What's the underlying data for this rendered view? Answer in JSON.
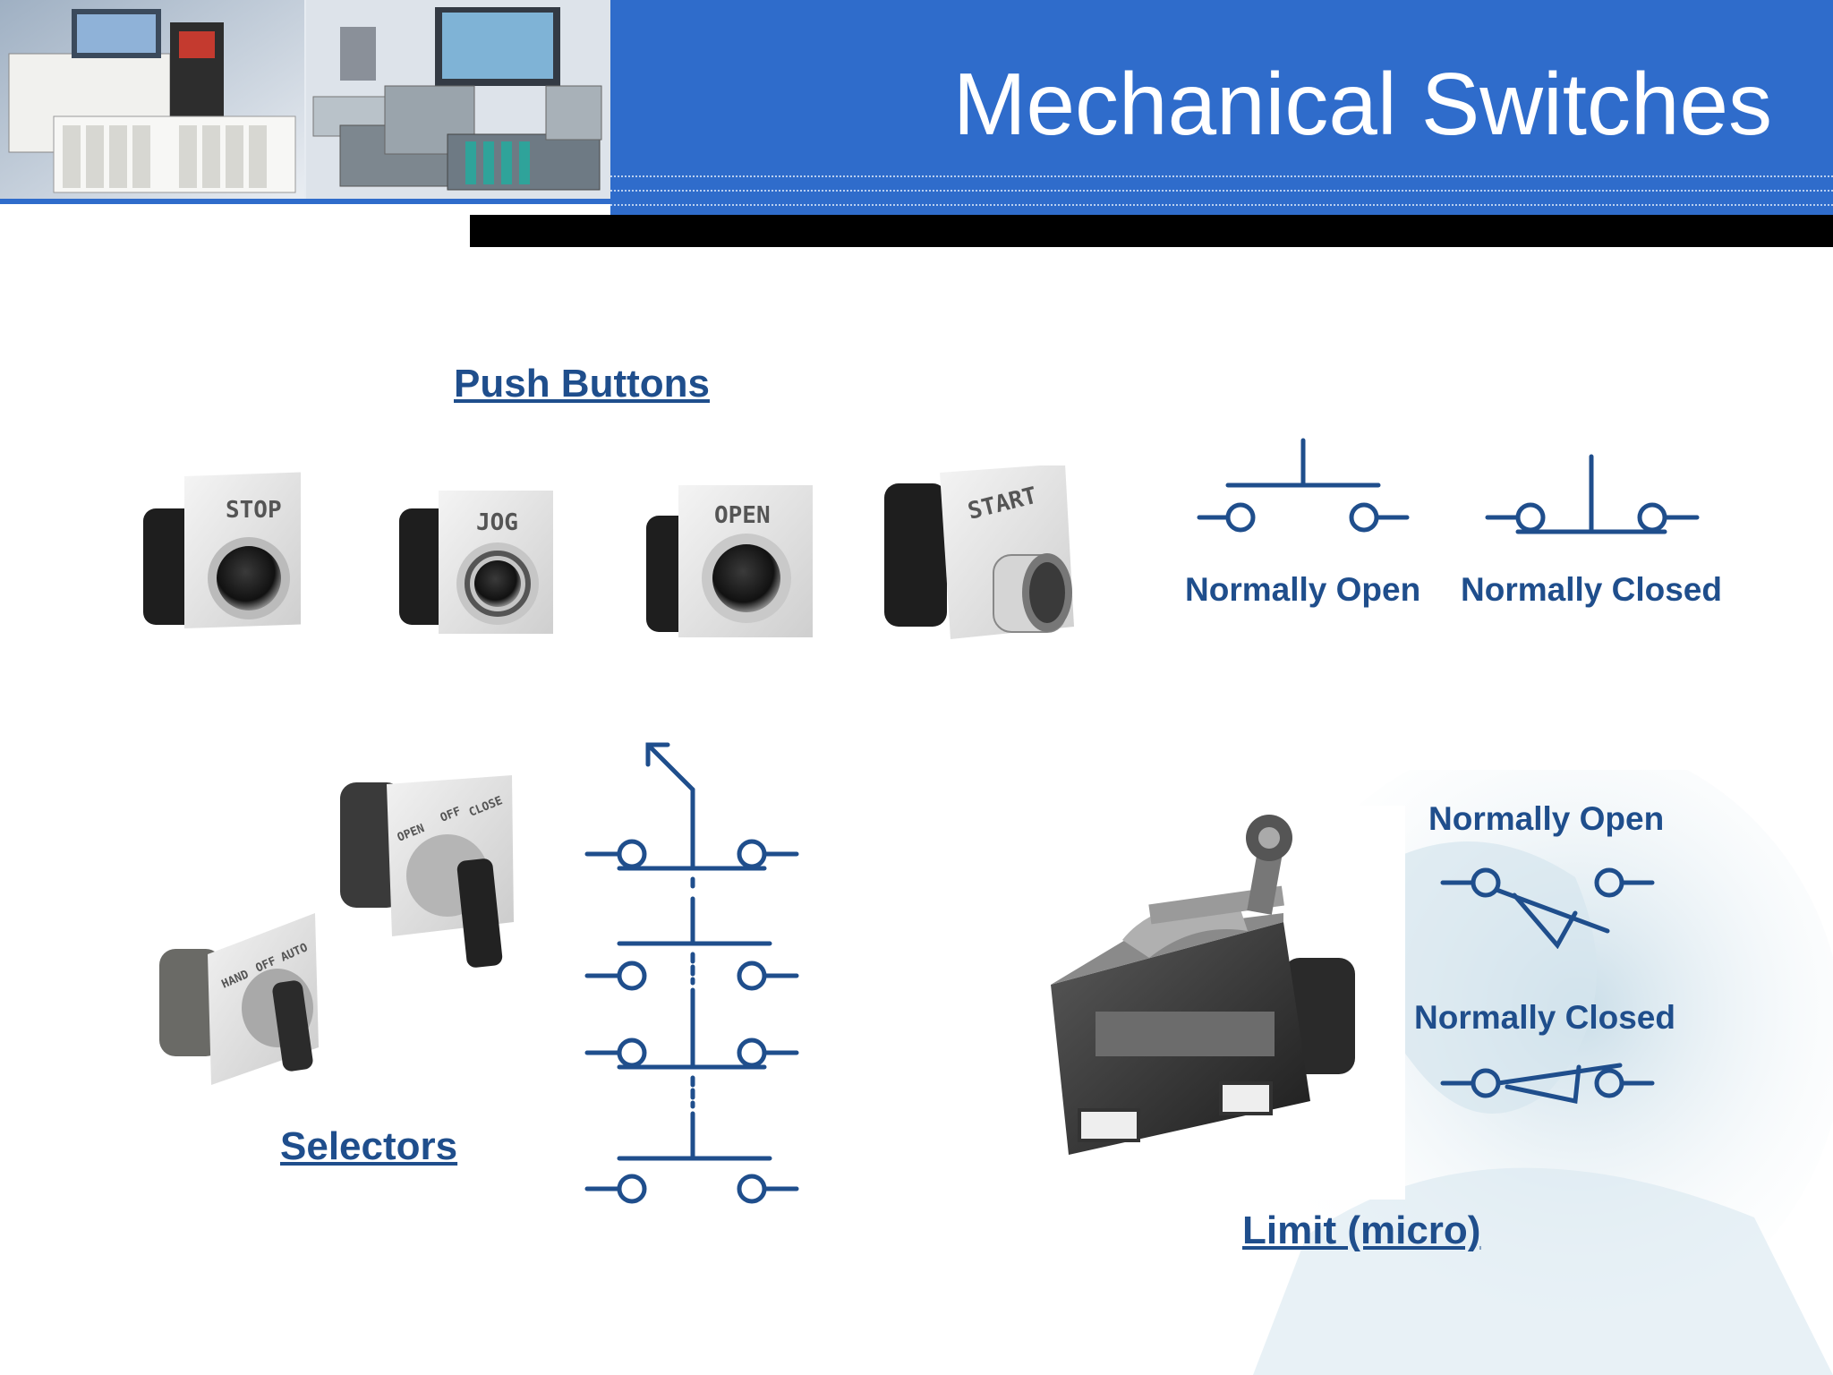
{
  "slide": {
    "title": "Mechanical Switches",
    "colors": {
      "banner": "#2f6ccb",
      "text": "#1f4e8c",
      "symbol": "#1f4e8c"
    }
  },
  "push_buttons": {
    "heading": "Push Buttons",
    "buttons": [
      "STOP",
      "JOG",
      "OPEN",
      "START"
    ],
    "symbols": {
      "no_label": "Normally Open",
      "nc_label": "Normally Closed"
    }
  },
  "selectors": {
    "heading": "Selectors",
    "upper_dial": [
      "OPEN",
      "OFF",
      "CLOSE"
    ],
    "lower_dial": [
      "HAND",
      "OFF",
      "AUTO"
    ]
  },
  "limit_switch": {
    "heading": "Limit (micro)",
    "no_label": "Normally Open",
    "nc_label": "Normally Closed"
  }
}
